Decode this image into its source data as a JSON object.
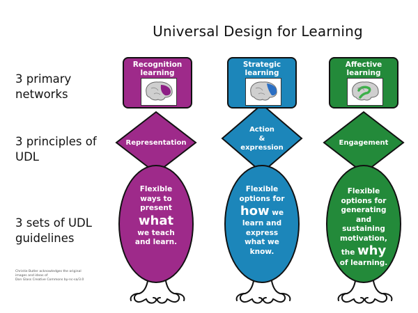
{
  "title": "Universal Design for Learning",
  "rows": {
    "networks": [
      "3 primary",
      "networks"
    ],
    "principles": [
      "3 principles of",
      "UDL"
    ],
    "guidelines": [
      "3 sets of UDL",
      "guidelines"
    ]
  },
  "credit": [
    "Christie Butler acknowledges the original",
    "images and ideas of",
    "Don Glass Creative Commons by-nc-sa/3.0"
  ],
  "columns": [
    {
      "color": "#9e2a8a",
      "network": [
        "Recognition",
        "learning"
      ],
      "brain_highlight": "#8d1f85",
      "principle": [
        "Representation"
      ],
      "guideline": [
        {
          "t": "Flexible",
          "big": false
        },
        {
          "t": "ways to",
          "big": false
        },
        {
          "t": "present",
          "big": false
        },
        {
          "t": "what",
          "big": true
        },
        {
          "t": "we teach",
          "big": false
        },
        {
          "t": "and learn.",
          "big": false
        }
      ]
    },
    {
      "color": "#1c86ba",
      "network": [
        "Strategic",
        "learning"
      ],
      "brain_highlight": "#2a6fc4",
      "principle": [
        "Action",
        "&",
        "expression"
      ],
      "guideline": [
        {
          "t": "Flexible",
          "big": false
        },
        {
          "t": "options for",
          "big": false
        },
        {
          "t": "how",
          "big": true,
          "suffix": " we"
        },
        {
          "t": "learn and",
          "big": false
        },
        {
          "t": "express",
          "big": false
        },
        {
          "t": "what we",
          "big": false
        },
        {
          "t": "know.",
          "big": false
        }
      ]
    },
    {
      "color": "#238a3a",
      "network": [
        "Affective",
        "learning"
      ],
      "brain_highlight": "#3cb04a",
      "principle": [
        "Engagement"
      ],
      "guideline": [
        {
          "t": "Flexible",
          "big": false
        },
        {
          "t": "options for",
          "big": false
        },
        {
          "t": "generating",
          "big": false
        },
        {
          "t": "and",
          "big": false
        },
        {
          "t": "sustaining",
          "big": false
        },
        {
          "t": "motivation,",
          "big": false
        },
        {
          "t": "the",
          "big": false,
          "suffix_big": "why"
        },
        {
          "t": "of learning.",
          "big": false
        }
      ]
    }
  ]
}
